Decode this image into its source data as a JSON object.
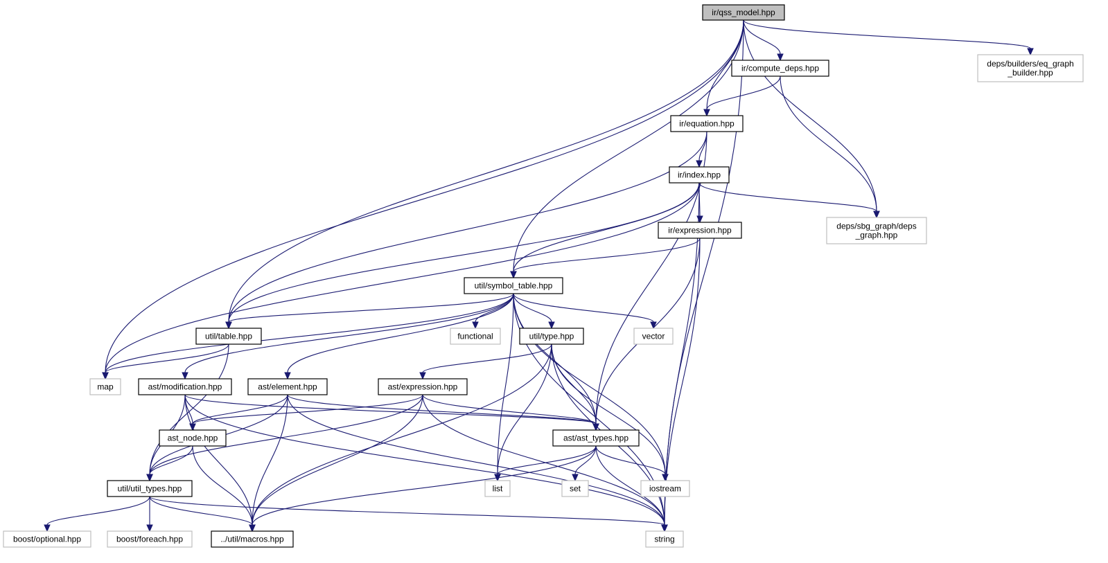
{
  "diagram": {
    "type": "include-dependency-graph",
    "colors": {
      "edge": "#191970",
      "root_fill": "#bfbfbf",
      "internal_border": "#000000",
      "external_border": "#bfbfbf",
      "node_fill": "#ffffff"
    },
    "nodes": [
      {
        "id": "root",
        "lines": [
          "ir/qss_model.hpp"
        ],
        "kind": "root"
      },
      {
        "id": "compute_deps",
        "lines": [
          "ir/compute_deps.hpp"
        ],
        "kind": "internal"
      },
      {
        "id": "eq_graph_builder",
        "lines": [
          "deps/builders/eq_graph",
          "_builder.hpp"
        ],
        "kind": "external"
      },
      {
        "id": "equation",
        "lines": [
          "ir/equation.hpp"
        ],
        "kind": "internal"
      },
      {
        "id": "index",
        "lines": [
          "ir/index.hpp"
        ],
        "kind": "internal"
      },
      {
        "id": "deps_graph",
        "lines": [
          "deps/sbg_graph/deps",
          "_graph.hpp"
        ],
        "kind": "external"
      },
      {
        "id": "ir_expression",
        "lines": [
          "ir/expression.hpp"
        ],
        "kind": "internal"
      },
      {
        "id": "symbol_table",
        "lines": [
          "util/symbol_table.hpp"
        ],
        "kind": "internal"
      },
      {
        "id": "table",
        "lines": [
          "util/table.hpp"
        ],
        "kind": "internal"
      },
      {
        "id": "functional",
        "lines": [
          "functional"
        ],
        "kind": "external"
      },
      {
        "id": "type",
        "lines": [
          "util/type.hpp"
        ],
        "kind": "internal"
      },
      {
        "id": "vector",
        "lines": [
          "vector"
        ],
        "kind": "external"
      },
      {
        "id": "map",
        "lines": [
          "map"
        ],
        "kind": "external"
      },
      {
        "id": "modification",
        "lines": [
          "ast/modification.hpp"
        ],
        "kind": "internal"
      },
      {
        "id": "element",
        "lines": [
          "ast/element.hpp"
        ],
        "kind": "internal"
      },
      {
        "id": "ast_expression",
        "lines": [
          "ast/expression.hpp"
        ],
        "kind": "internal"
      },
      {
        "id": "ast_node",
        "lines": [
          "ast_node.hpp"
        ],
        "kind": "internal"
      },
      {
        "id": "ast_types",
        "lines": [
          "ast/ast_types.hpp"
        ],
        "kind": "internal"
      },
      {
        "id": "util_types",
        "lines": [
          "util/util_types.hpp"
        ],
        "kind": "internal"
      },
      {
        "id": "list",
        "lines": [
          "list"
        ],
        "kind": "external"
      },
      {
        "id": "set",
        "lines": [
          "set"
        ],
        "kind": "external"
      },
      {
        "id": "iostream",
        "lines": [
          "iostream"
        ],
        "kind": "external"
      },
      {
        "id": "boost_optional",
        "lines": [
          "boost/optional.hpp"
        ],
        "kind": "external"
      },
      {
        "id": "boost_foreach",
        "lines": [
          "boost/foreach.hpp"
        ],
        "kind": "external"
      },
      {
        "id": "macros",
        "lines": [
          "../util/macros.hpp"
        ],
        "kind": "internal"
      },
      {
        "id": "string",
        "lines": [
          "string"
        ],
        "kind": "external"
      }
    ],
    "edges": [
      [
        "root",
        "compute_deps"
      ],
      [
        "root",
        "equation"
      ],
      [
        "root",
        "eq_graph_builder"
      ],
      [
        "root",
        "deps_graph"
      ],
      [
        "root",
        "symbol_table"
      ],
      [
        "root",
        "table"
      ],
      [
        "root",
        "map"
      ],
      [
        "root",
        "string"
      ],
      [
        "compute_deps",
        "equation"
      ],
      [
        "compute_deps",
        "deps_graph"
      ],
      [
        "equation",
        "index"
      ],
      [
        "equation",
        "table"
      ],
      [
        "equation",
        "ast_types"
      ],
      [
        "index",
        "ir_expression"
      ],
      [
        "index",
        "deps_graph"
      ],
      [
        "index",
        "symbol_table"
      ],
      [
        "index",
        "table"
      ],
      [
        "index",
        "map"
      ],
      [
        "index",
        "string"
      ],
      [
        "ir_expression",
        "symbol_table"
      ],
      [
        "ir_expression",
        "ast_types"
      ],
      [
        "ir_expression",
        "string"
      ],
      [
        "symbol_table",
        "table"
      ],
      [
        "symbol_table",
        "functional"
      ],
      [
        "symbol_table",
        "type"
      ],
      [
        "symbol_table",
        "vector"
      ],
      [
        "symbol_table",
        "map"
      ],
      [
        "symbol_table",
        "modification"
      ],
      [
        "symbol_table",
        "element"
      ],
      [
        "symbol_table",
        "ast_types"
      ],
      [
        "symbol_table",
        "list"
      ],
      [
        "symbol_table",
        "iostream"
      ],
      [
        "symbol_table",
        "string"
      ],
      [
        "table",
        "map"
      ],
      [
        "table",
        "util_types"
      ],
      [
        "type",
        "ast_expression"
      ],
      [
        "type",
        "ast_types"
      ],
      [
        "type",
        "list"
      ],
      [
        "type",
        "iostream"
      ],
      [
        "type",
        "string"
      ],
      [
        "type",
        "macros"
      ],
      [
        "modification",
        "ast_node"
      ],
      [
        "modification",
        "ast_types"
      ],
      [
        "modification",
        "util_types"
      ],
      [
        "modification",
        "macros"
      ],
      [
        "modification",
        "string"
      ],
      [
        "element",
        "ast_node"
      ],
      [
        "element",
        "ast_types"
      ],
      [
        "element",
        "util_types"
      ],
      [
        "element",
        "macros"
      ],
      [
        "element",
        "string"
      ],
      [
        "ast_expression",
        "ast_node"
      ],
      [
        "ast_expression",
        "ast_types"
      ],
      [
        "ast_expression",
        "util_types"
      ],
      [
        "ast_expression",
        "macros"
      ],
      [
        "ast_expression",
        "string"
      ],
      [
        "ast_node",
        "util_types"
      ],
      [
        "ast_node",
        "macros"
      ],
      [
        "ast_types",
        "list"
      ],
      [
        "ast_types",
        "set"
      ],
      [
        "ast_types",
        "iostream"
      ],
      [
        "ast_types",
        "string"
      ],
      [
        "ast_types",
        "macros"
      ],
      [
        "util_types",
        "boost_optional"
      ],
      [
        "util_types",
        "boost_foreach"
      ],
      [
        "util_types",
        "macros"
      ],
      [
        "util_types",
        "string"
      ]
    ]
  }
}
